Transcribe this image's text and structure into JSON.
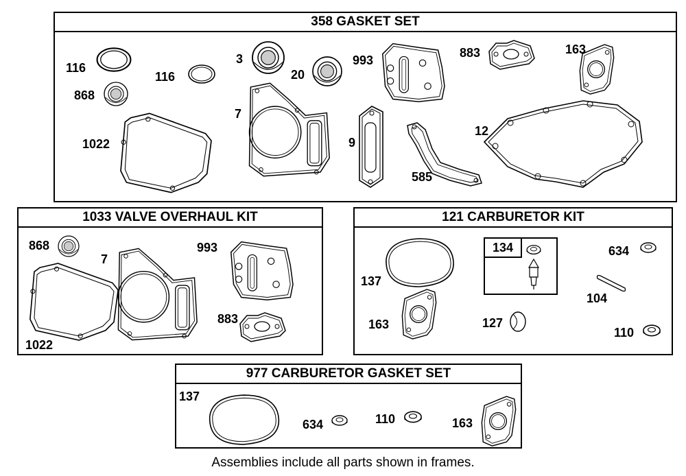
{
  "frames": {
    "gasket_set": {
      "title": "358 GASKET SET",
      "labels": {
        "p116a": "116",
        "p116b": "116",
        "p868": "868",
        "p1022": "1022",
        "p3": "3",
        "p20": "20",
        "p7": "7",
        "p993": "993",
        "p9": "9",
        "p585": "585",
        "p883": "883",
        "p163": "163",
        "p12": "12"
      }
    },
    "valve_kit": {
      "title": "1033 VALVE OVERHAUL KIT",
      "labels": {
        "p868": "868",
        "p7": "7",
        "p993": "993",
        "p883": "883",
        "p1022": "1022"
      }
    },
    "carb_kit": {
      "title": "121 CARBURETOR KIT",
      "labels": {
        "p134": "134",
        "p137": "137",
        "p634": "634",
        "p104": "104",
        "p163": "163",
        "p127": "127",
        "p110": "110"
      }
    },
    "carb_gasket": {
      "title": "977 CARBURETOR  GASKET SET",
      "labels": {
        "p137": "137",
        "p634": "634",
        "p110": "110",
        "p163": "163"
      }
    }
  },
  "footer": "Assemblies include all parts shown in frames."
}
